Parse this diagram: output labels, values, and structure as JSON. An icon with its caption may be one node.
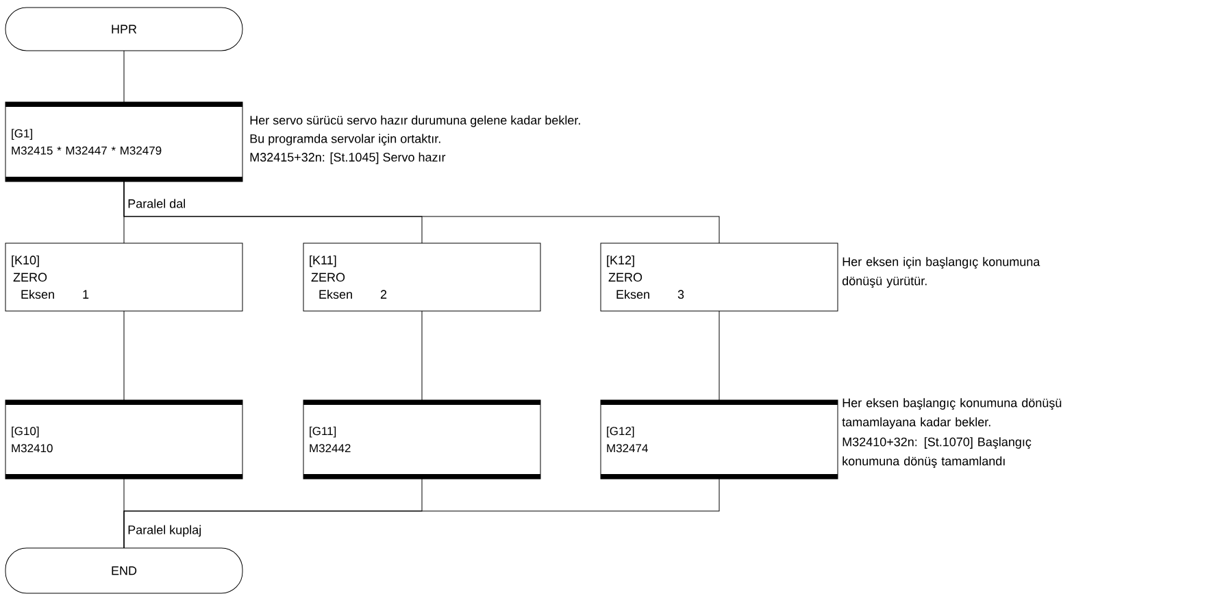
{
  "diagram": {
    "nodes": [
      {
        "text": [
          "HPR"
        ]
      },
      {
        "text": [
          "[G1]",
          "M32415 * M32447 * M32479"
        ],
        "beside": [
          "Her servo sürücü servo hazır durumuna gelene kadar bekler.",
          "Bu programda servolar için ortaktır.",
          "M32415+32n: [St.1045] Servo hazır"
        ]
      },
      {
        "text": [
          "[K10]",
          "ZERO",
          "Eksen",
          "1"
        ]
      },
      {
        "text": [
          "[K11]",
          "ZERO",
          "Eksen",
          "2"
        ]
      },
      {
        "text": [
          "[K12]",
          "ZERO",
          "Eksen",
          "3"
        ]
      },
      {
        "text": [
          "[G10]",
          "M32410"
        ]
      },
      {
        "text": [
          "[G11]",
          "M32442"
        ]
      },
      {
        "text": [
          "[G12]",
          "M32474"
        ]
      },
      {
        "text": [
          "END"
        ]
      }
    ],
    "edges": [
      {
        "from": 0,
        "to": 1,
        "arrow": "none"
      },
      {
        "from": 1,
        "to": 2,
        "arrow": "none"
      },
      {
        "from": 1,
        "to": 3,
        "arrow": "none"
      },
      {
        "from": 1,
        "to": 4,
        "arrow": "none"
      },
      {
        "from": 2,
        "to": 5,
        "arrow": "none"
      },
      {
        "from": 3,
        "to": 6,
        "arrow": "none"
      },
      {
        "from": 4,
        "to": 7,
        "arrow": "none"
      },
      {
        "from": 5,
        "to": 8,
        "arrow": "none"
      },
      {
        "from": 6,
        "to": 8,
        "arrow": "none"
      },
      {
        "from": 7,
        "to": 8,
        "arrow": "none"
      }
    ],
    "labels": [
      "Paralel dal",
      "Her eksen için başlangıç konumuna dönüşü yürütür.",
      "Her eksen başlangıç konumuna dönüşü tamamlayana kadar bekler.",
      "M32410+32n: [St.1070] Başlangıç konumuna dönüş tamamlandı",
      "Paralel kuplaj"
    ]
  }
}
